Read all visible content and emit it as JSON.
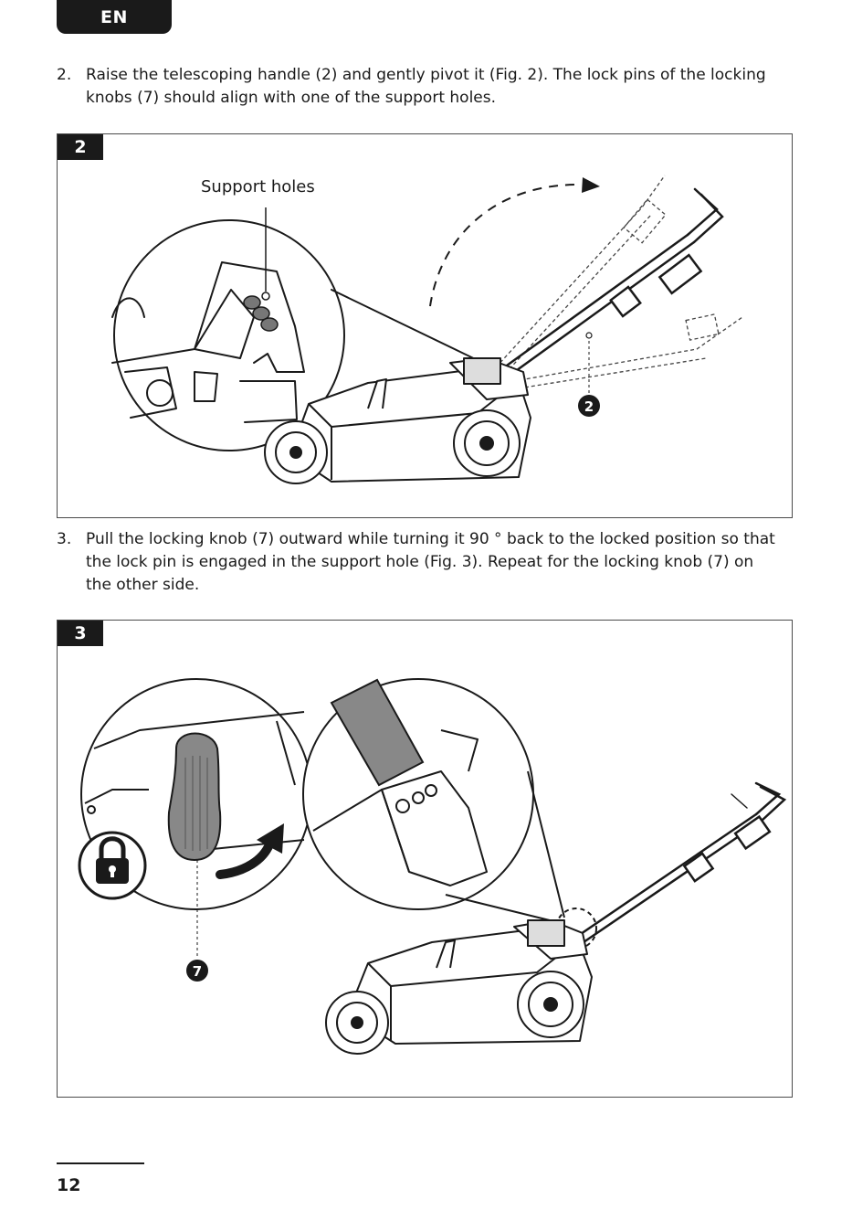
{
  "header": {
    "lang": "EN"
  },
  "steps": [
    {
      "number": "2.",
      "text": "Raise the telescoping handle (2) and gently pivot it (Fig. 2). The lock pins of the locking knobs (7) should align with one of the support holes."
    },
    {
      "number": "3.",
      "text": "Pull the locking knob (7) outward while turning it 90 ° back to the locked position so that the lock pin is engaged in the support hole (Fig. 3). Repeat for the locking knob (7) on the other side."
    }
  ],
  "figures": [
    {
      "label": "2",
      "callout": "Support holes",
      "part_number": "2",
      "icon": "telescoping-handle-pivot-illustration"
    },
    {
      "label": "3",
      "part_number": "7",
      "icon": "locking-knob-lock-illustration"
    }
  ],
  "footer": {
    "page_number": "12"
  }
}
